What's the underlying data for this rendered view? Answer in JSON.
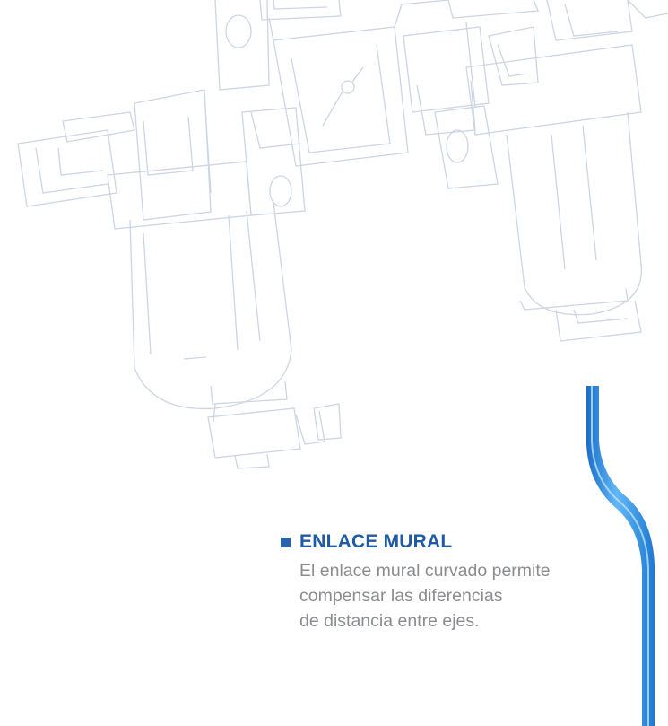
{
  "illustration": {
    "line_color": "#cdd5e3",
    "icon": "filter-regulator-line-drawing"
  },
  "pipe": {
    "color": "#2f8fe0",
    "icon": "curved-wall-link-pipe"
  },
  "feature": {
    "bullet_color": "#2a63ad",
    "title": "ENLACE MURAL",
    "lines": [
      "El enlace mural curvado permite",
      "compensar las diferencias",
      "de distancia entre ejes."
    ]
  }
}
